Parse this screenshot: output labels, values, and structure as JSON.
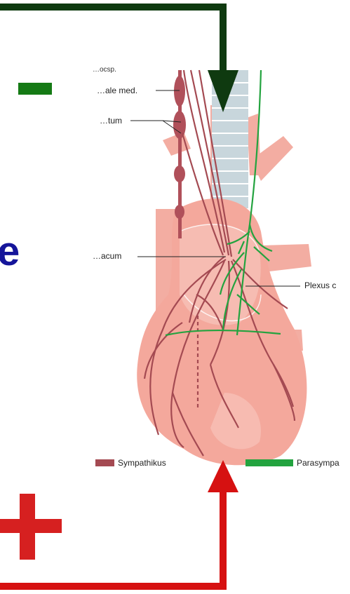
{
  "labels": {
    "partial_top": "…ocsp.",
    "cervicale_med": "…ale med.",
    "stellatum": "…tum",
    "cardiacum": "…acum",
    "plexus": "Plexus c"
  },
  "big_letter": "e",
  "legend": {
    "sympathikus": "Sympathikus",
    "parasympa": "Parasympa"
  },
  "symbols": {
    "minus": "minus",
    "plus": "plus"
  },
  "colors": {
    "dark_green_arrow": "#0f3a10",
    "red_arrow": "#d61111",
    "minus_green": "#157a15",
    "plus_red": "#d62020",
    "sympathetic": "#a44a52",
    "parasympathetic": "#23a33f",
    "heart": "#f2aa9f",
    "spine": "#c9d7dd",
    "big_letter": "#15159a"
  }
}
